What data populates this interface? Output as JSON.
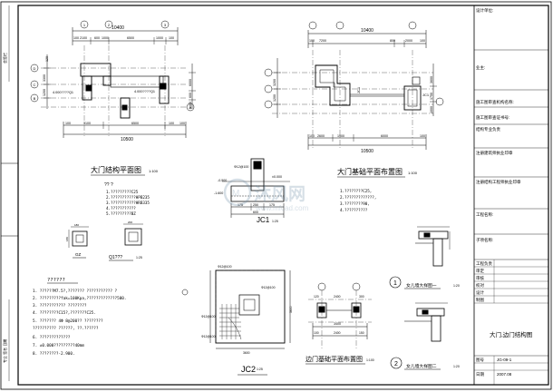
{
  "watermark": {
    "brand": "沐风网",
    "url": "www.mfcad.com"
  },
  "plan1": {
    "title": "大门结构平面图",
    "scale": "1:100",
    "dims_top_total": "10400",
    "dims_top": [
      "100",
      "2100",
      "600",
      "1000",
      "6500",
      "1000",
      "100"
    ],
    "dims_left": [
      "120",
      "3300",
      "1200"
    ],
    "dims_right": [
      "6000",
      "600",
      "1400"
    ],
    "dims_bottom_total": "10500",
    "dims_bottom": [
      "100",
      "3100",
      "6500",
      "100",
      "100"
    ],
    "labels": [
      "4.000????Q1",
      "4.000????Q1"
    ],
    "axis_top": [
      "1",
      "2",
      "3"
    ],
    "axis_side": [
      "D",
      "C",
      "B",
      "A"
    ],
    "notes_title": "说明:",
    "notes_lead": "?? ?",
    "notes": [
      "1.?????????C25",
      "2.???????????HPB235",
      "3.???????????HRB335",
      "4.???????????",
      "5.?????????BZ"
    ]
  },
  "plan2": {
    "title": "大门基础平面布置图",
    "scale": "1:100",
    "dims_top_total": "10400",
    "dims_top": [
      "100",
      "7200",
      "800",
      "2000",
      "100"
    ],
    "dims_left": [
      "3200",
      "1200"
    ],
    "dims_right": [
      "3600",
      "1750",
      "1000"
    ],
    "dims_bottom_total": "10500",
    "dims_bottom": [
      "100",
      "2600",
      "1900",
      "6000",
      "100"
    ],
    "labels": [
      "JC1",
      "JC1"
    ]
  },
  "jc1": {
    "title": "JC1",
    "scale": "1:25",
    "labels": [
      "-0.500",
      "-1.600",
      "±0.000",
      "Ф12@100"
    ],
    "dims": [
      "175",
      "250",
      "175"
    ],
    "total": "600",
    "notes": [
      "1.????????C25,",
      "2.?????????????,",
      "3.????????90,",
      "4.??????????"
    ]
  },
  "gz": {
    "label": "GZ",
    "scale": "1:25",
    "dims": [
      "180",
      "180"
    ]
  },
  "q1": {
    "label": "Q1???",
    "scale": "1:25",
    "dims": [
      "200",
      "200"
    ]
  },
  "general_notes": {
    "title": "??????",
    "items": [
      "1. ??????M7.5?,??????? ??????????? ?",
      "2. ?????????fak=100Kpa,?????????????500.",
      "3. ??????????? ????????",
      "4. ????????C15?,???????C25.",
      "5. ??????? 4Ф 8@200?? ????????",
      "   ?????????? ??????, ??.??????",
      "6. ?????????????",
      "7. ±0.000?????????40mm",
      "8. ????????-2.900."
    ]
  },
  "jc2": {
    "title": "JC2",
    "scale": "1:25",
    "labels": [
      "Ф12@100",
      "Ф12@100",
      "Ф12@100",
      "Ф12@100"
    ],
    "dims": [
      "3600",
      "3600"
    ]
  },
  "gate_plan": {
    "title": "边门基础平面布置图",
    "scale": "1:100",
    "dims": [
      "120",
      "2400",
      "300"
    ],
    "total": "3400",
    "bottom": [
      "100",
      "2400",
      "150"
    ]
  },
  "details": [
    {
      "num": "1",
      "title": "女儿墙大样图一",
      "scale": "1:20"
    },
    {
      "num": "2",
      "title": "女儿墙大样图二",
      "scale": "1:20"
    }
  ],
  "title_block": {
    "rows": [
      "设计单位:",
      "业主:",
      "施工图审查机构名称:",
      "施工图审查证书号:",
      "结构专业负责",
      "注册建筑师执业印章",
      "注册结构工程师执业印章",
      "工程名称:",
      "子项名称:"
    ],
    "sign_rows": [
      "工程负责",
      "审定",
      "审核",
      "校对",
      "设计",
      "制图"
    ],
    "drawing_title": "大门,边门结构图",
    "drawing_no_label": "图号",
    "drawing_no": "JG-09-1",
    "date_label": "日期",
    "date": "2007.08"
  }
}
